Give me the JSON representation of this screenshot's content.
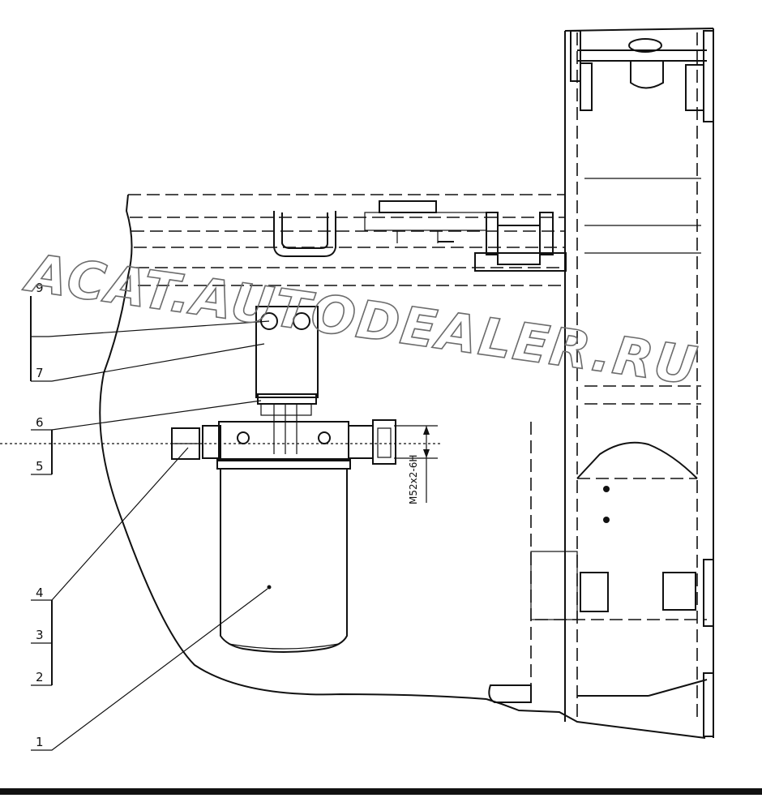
{
  "watermark": "ACAT.AUTODEALER.RU",
  "callouts": {
    "c1": "1",
    "c2": "2",
    "c3": "3",
    "c4": "4",
    "c5": "5",
    "c6": "6",
    "c7": "7",
    "c9": "9"
  },
  "dimension_label": "M52x2-6H",
  "colors": {
    "line": "#111111",
    "watermark": "#6c6c6c",
    "background": "#ffffff"
  }
}
